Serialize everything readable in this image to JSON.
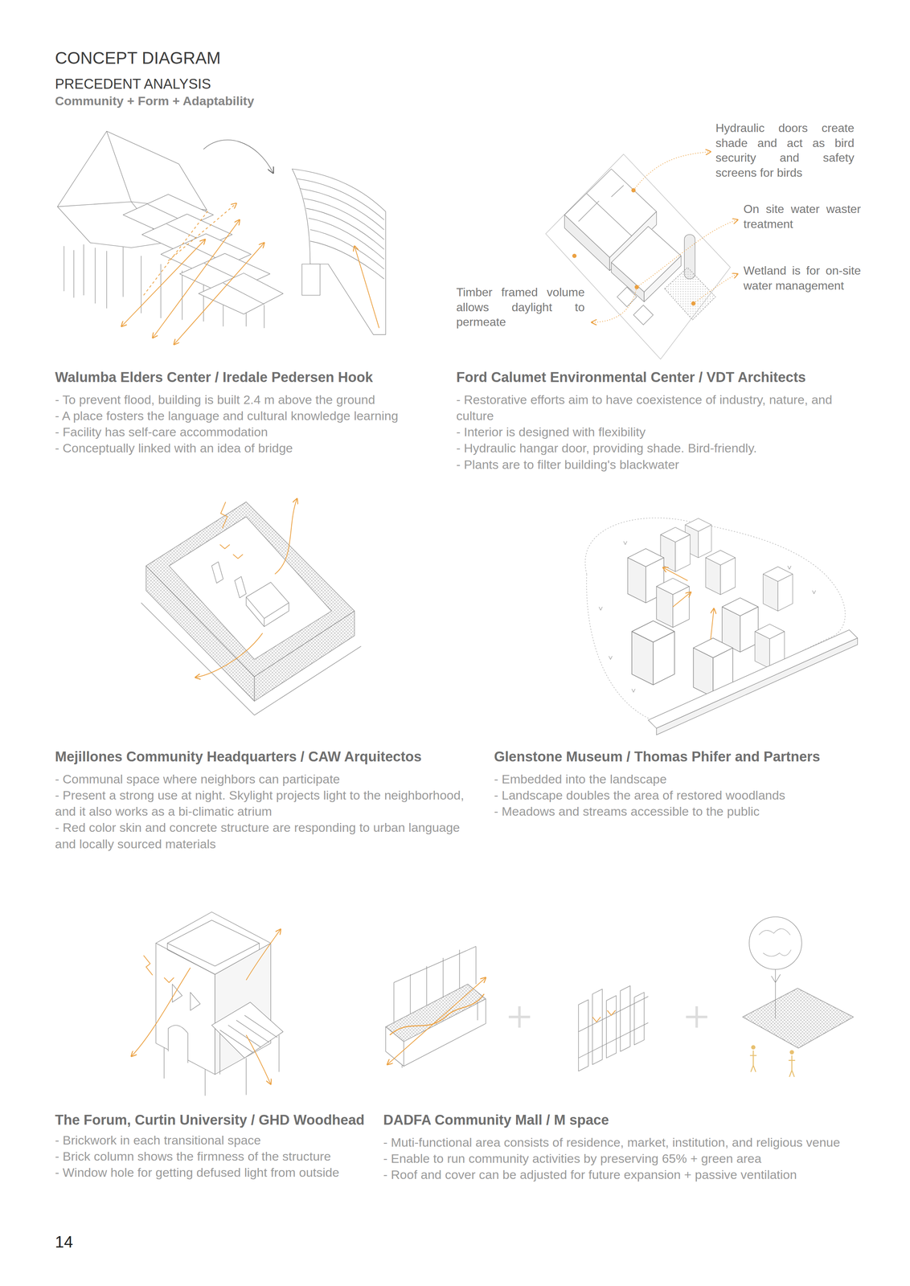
{
  "diagram": {
    "title": "CONCEPT DIAGRAM",
    "labels": [
      "PRECEDENT ANALYSIS",
      "Community + Form + Adaptability",
      "Hydraulic doors create shade and act as bird security and safety screens for birds",
      "On site water waster treatment",
      "Wetland is for on-site water management",
      "Timber framed volume allows daylight to permeate",
      "Walumba Elders Center / Iredale Pedersen Hook",
      "- To prevent flood, building is built 2.4 m above the ground",
      "- A place fosters the language and cultural knowledge learning",
      "- Facility has self-care accommodation",
      "- Conceptually linked with an idea of bridge",
      "Ford Calumet Environmental Center / VDT Architects",
      "- Restorative efforts aim to have coexistence of industry, nature, and culture",
      "- Interior is designed with flexibility",
      "- Hydraulic hangar door, providing shade. Bird-friendly.",
      "- Plants are to filter building's blackwater",
      "Mejillones Community Headquarters / CAW Arquitectos",
      "- Communal space where neighbors can participate",
      "- Present a strong use at night. Skylight projects light to the neighborhood, and it also works as a bi-climatic atrium",
      "- Red color skin and concrete structure are responding to urban language and locally sourced materials",
      "Glenstone Museum / Thomas Phifer and Partners",
      "- Embedded into the landscape",
      "- Landscape doubles the area of restored woodlands",
      "- Meadows and streams accessible to the public",
      "The Forum, Curtin University / GHD Woodhead",
      "- Brickwork in each transitional space",
      "- Brick column shows the firmness of the structure",
      "- Window hole for getting defused light from outside",
      "DADFA Community Mall / M space",
      "- Muti-functional area consists of residence, market, institution, and religious venue",
      "- Enable to run community activities by preserving 65% + green area",
      "- Roof and cover can be adjusted for future expansion + passive ventilation",
      "14"
    ]
  }
}
